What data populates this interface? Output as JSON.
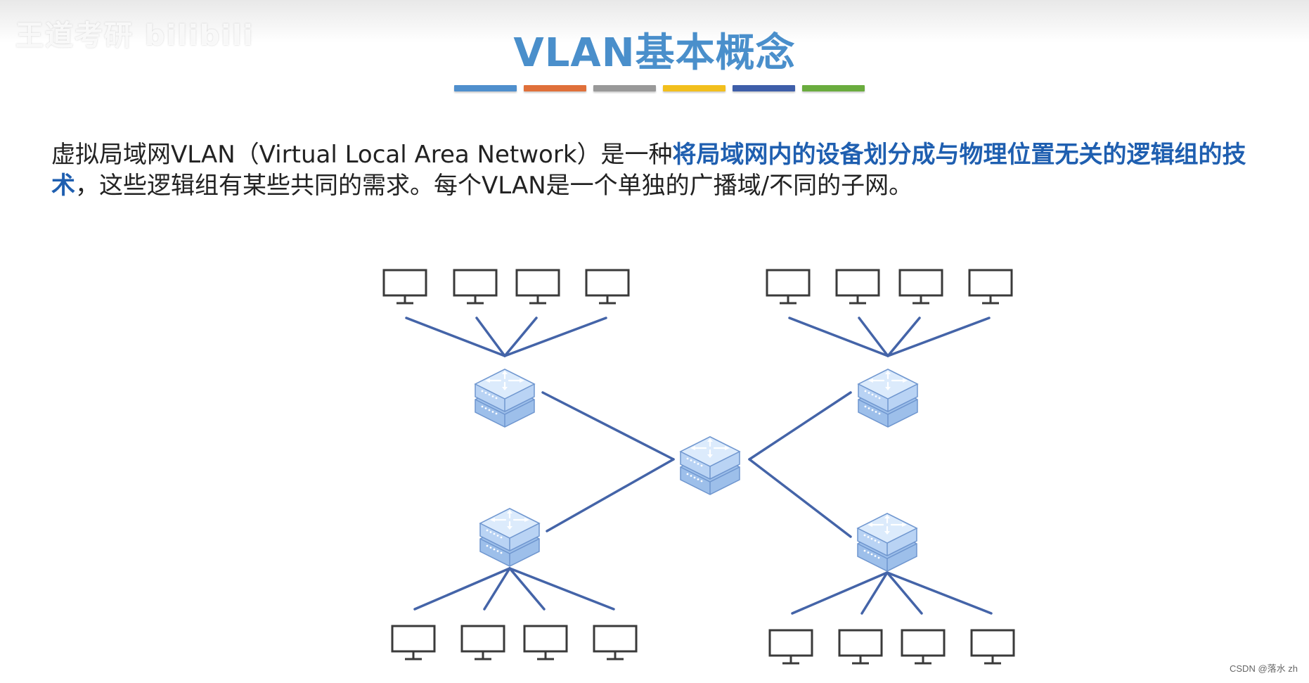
{
  "watermark": "王道考研 bilibili",
  "title": "VLAN基本概念",
  "color_bars": [
    "#4f8fcd",
    "#e0703a",
    "#999999",
    "#f2bf1d",
    "#3e5ea9",
    "#6aac3e"
  ],
  "definition": {
    "part1": "虚拟局域网VLAN（Virtual Local Area Network）是一种",
    "highlight": "将局域网内的设备划分成与物理位置无关的逻辑组的技术",
    "part2": "，这些逻辑组有某些共同的需求。每个VLAN是一个单独的广播域/不同的子网。"
  },
  "colors": {
    "link": "#4464a8",
    "switch_top": "#cfe2f9",
    "switch_side": "#9dbfea",
    "switch_stroke": "#6f96cf",
    "monitor": "#3a3a3a",
    "title": "#4a8fcb",
    "highlight": "#1f5fb0"
  },
  "diagram": {
    "core_switch": "switch-icon",
    "access_switches": [
      "switch-icon",
      "switch-icon",
      "switch-icon",
      "switch-icon"
    ],
    "hosts_per_switch": 4,
    "host_icon": "computer-monitor-icon"
  },
  "footer": "CSDN @落水 zh"
}
